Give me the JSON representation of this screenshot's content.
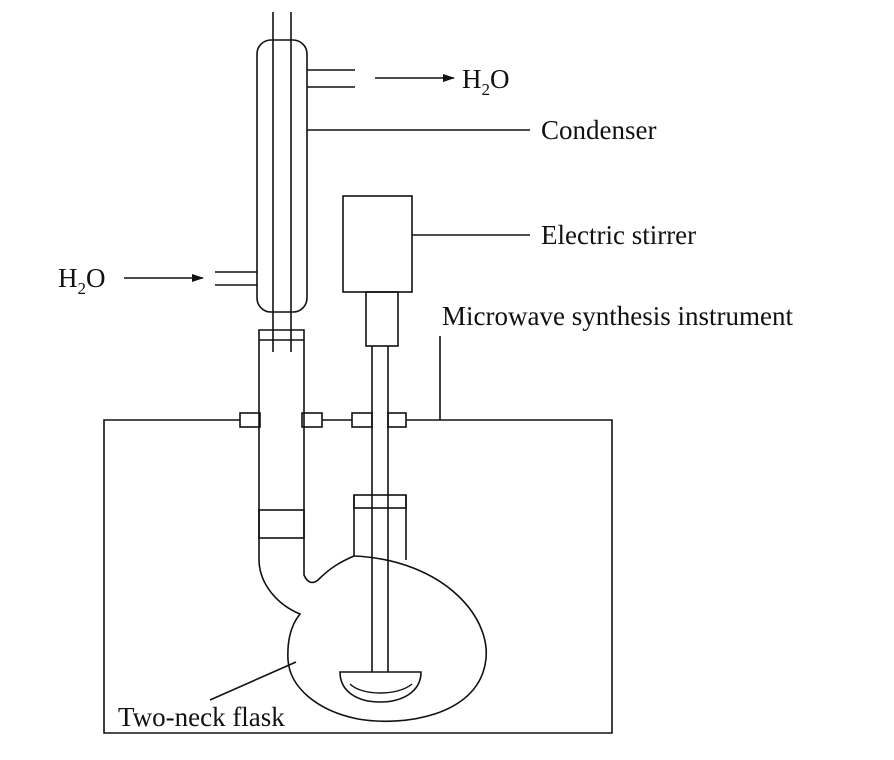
{
  "labels": {
    "water_out": {
      "main": "H",
      "sub": "2",
      "end": "O"
    },
    "water_in": {
      "main": "H",
      "sub": "2",
      "end": "O"
    },
    "condenser": "Condenser",
    "stirrer": "Electric stirrer",
    "instrument": "Microwave synthesis instrument",
    "flask": "Two-neck flask"
  }
}
